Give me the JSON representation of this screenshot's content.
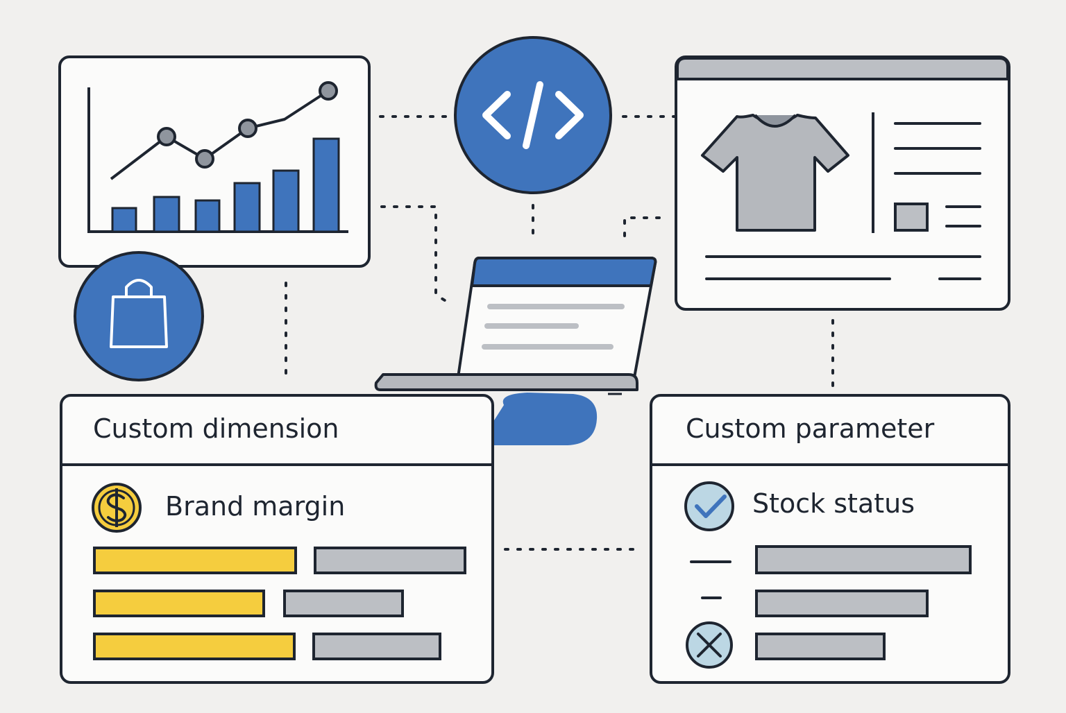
{
  "colors": {
    "background": "#f1f0ee",
    "outline": "#1e2530",
    "primary_blue": "#3f74bc",
    "gray": "#bcbfc4",
    "yellow": "#f5cd3e",
    "check_fill": "#bcd7e4"
  },
  "icons": {
    "code": "code-brackets-icon",
    "bag": "shopping-bag-icon",
    "shirt": "t-shirt-icon",
    "laptop": "laptop-icon",
    "dollar": "dollar-coin-icon",
    "check": "check-circle-icon",
    "cross": "x-circle-icon",
    "chart": "analytics-chart-icon"
  },
  "custom_dimension": {
    "title": "Custom dimension",
    "row_label": "Brand margin"
  },
  "custom_parameter": {
    "title": "Custom parameter",
    "row_label": "Stock status"
  }
}
